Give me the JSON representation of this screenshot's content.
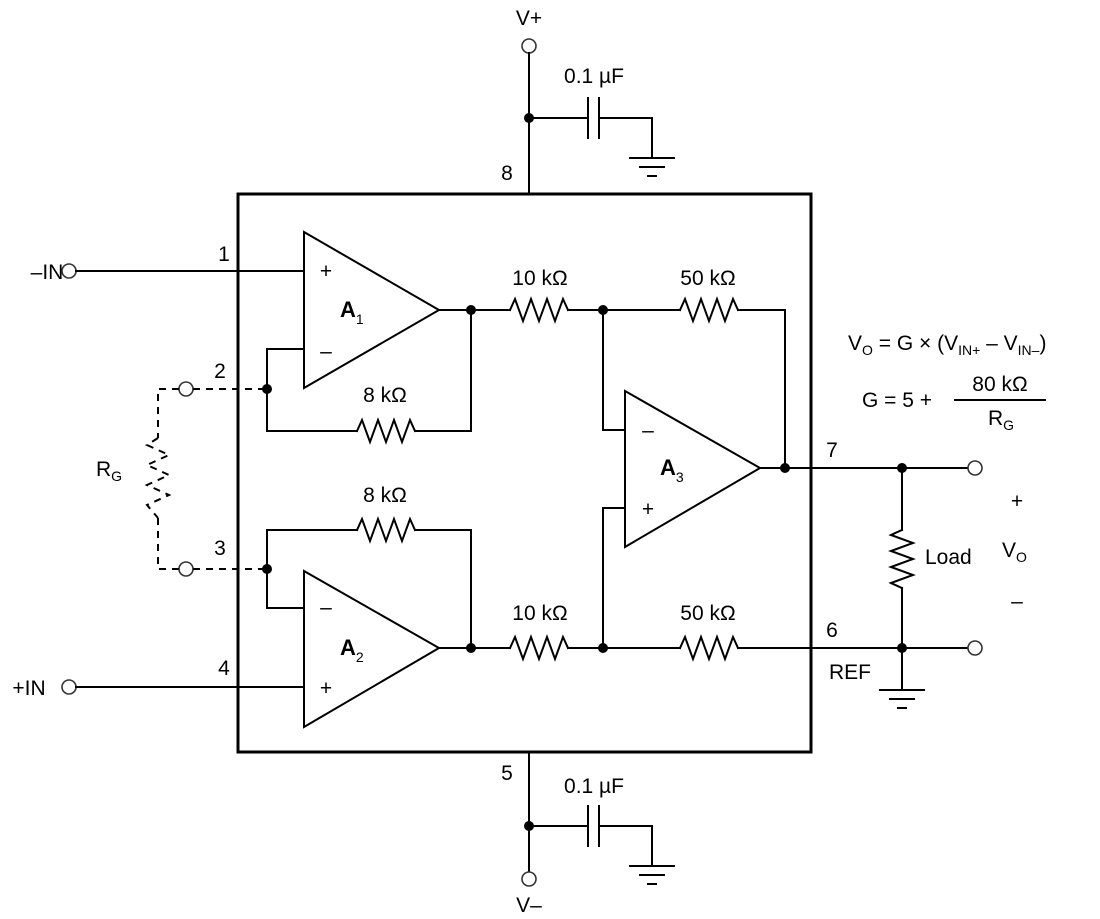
{
  "supply": {
    "positive": "V+",
    "negative": "V–"
  },
  "capacitor": {
    "top": "0.1 µF",
    "bottom": "0.1 µF"
  },
  "inputs": {
    "neg": "–IN",
    "pos": "+IN"
  },
  "pins": {
    "p1": "1",
    "p2": "2",
    "p3": "3",
    "p4": "4",
    "p5": "5",
    "p6": "6",
    "p7": "7",
    "p8": "8"
  },
  "amplifiers": {
    "a1": {
      "letter": "A",
      "sub": "1"
    },
    "a2": {
      "letter": "A",
      "sub": "2"
    },
    "a3": {
      "letter": "A",
      "sub": "3"
    }
  },
  "resistors": {
    "r10k_top": "10 kΩ",
    "r50k_top": "50 kΩ",
    "r8k_a1": "8 kΩ",
    "r8k_a2": "8 kΩ",
    "r10k_bottom": "10 kΩ",
    "r50k_bottom": "50 kΩ"
  },
  "rg": {
    "main": "R",
    "sub": "G"
  },
  "load": "Load",
  "ref": "REF",
  "output": {
    "plus": "+",
    "minus": "–",
    "vo_main": "V",
    "vo_sub": "O"
  },
  "formula1": {
    "vo": "V",
    "vo_sub": "O",
    "mid": " = G × (V",
    "in_pos": "IN+",
    "minus": " – V",
    "in_neg": "IN–",
    "close": ")"
  },
  "formula2": {
    "lhs": "G = 5 + ",
    "num": "80 kΩ",
    "den": "R",
    "den_sub": "G"
  },
  "opamp_signs": {
    "plus": "+",
    "minus": "–"
  }
}
